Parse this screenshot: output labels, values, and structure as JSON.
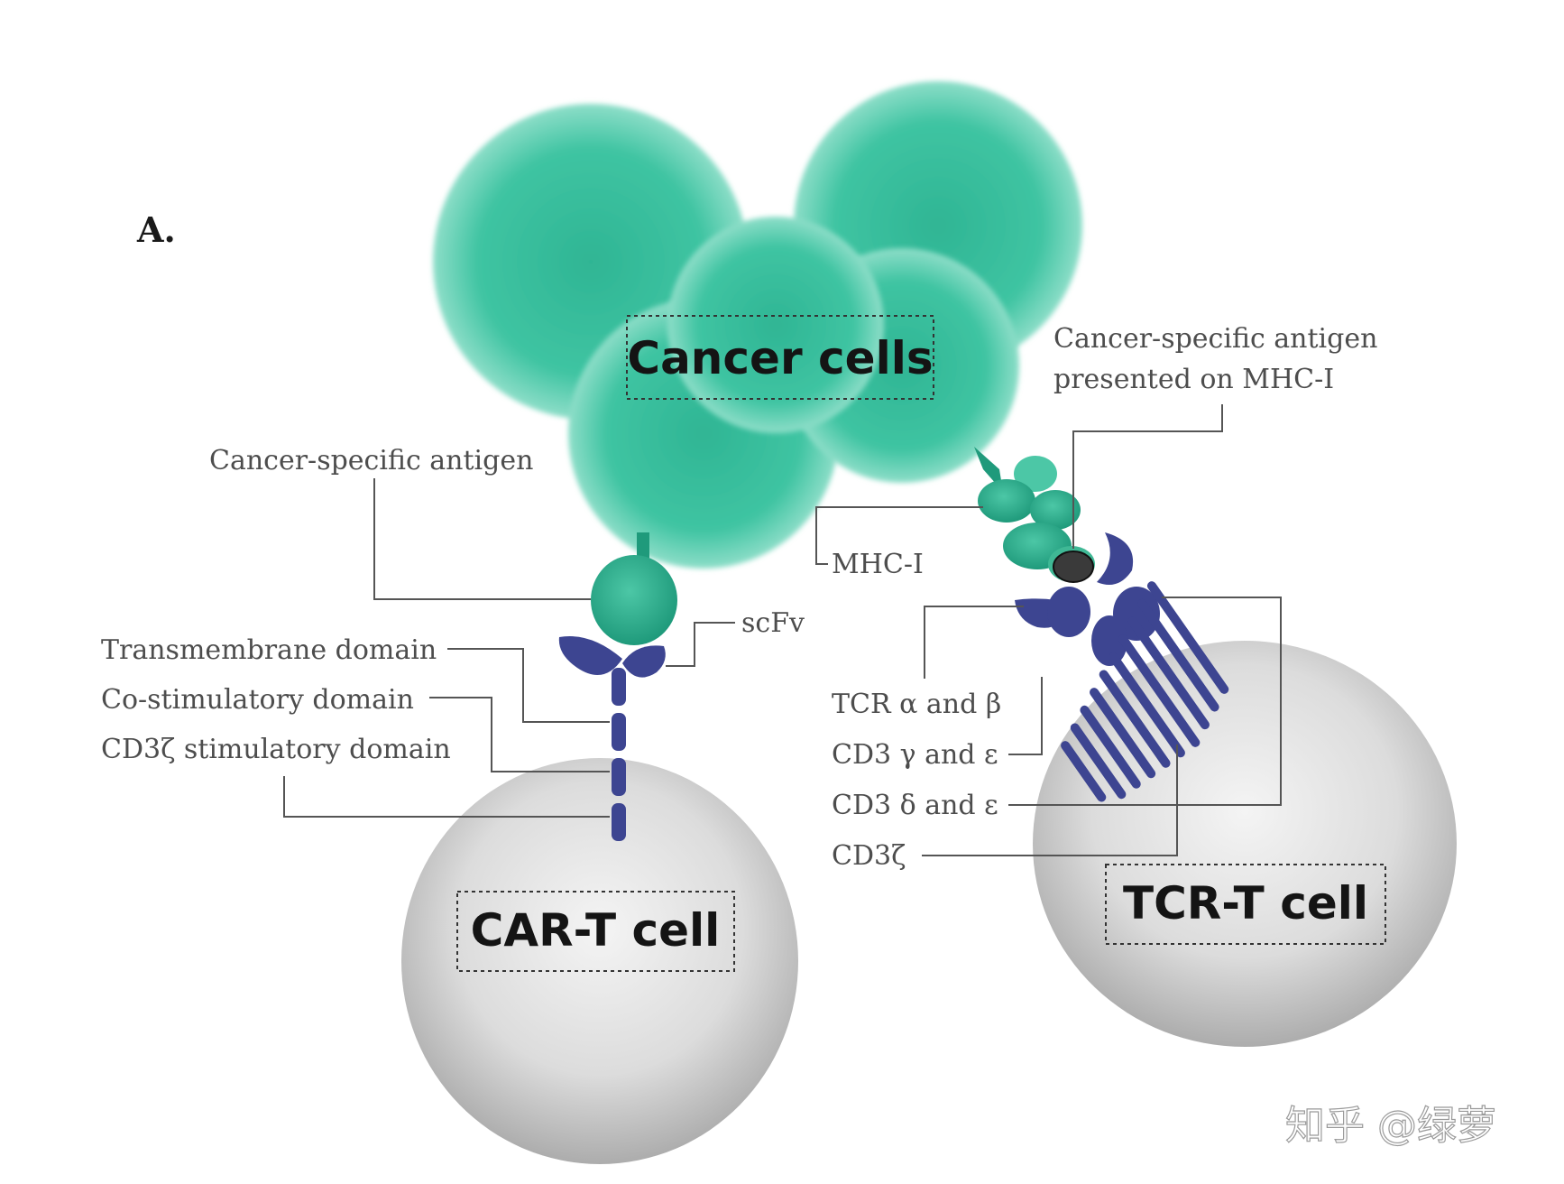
{
  "panel_label": "A.",
  "cancer_label": "Cancer cells",
  "car_t_label": "CAR-T cell",
  "tcr_t_label": "TCR-T cell",
  "car_side": {
    "antigen": "Cancer-specific antigen",
    "scfv": "scFv",
    "transmembrane": "Transmembrane domain",
    "costim": "Co-stimulatory domain",
    "cd3z": "CD3ζ stimulatory domain"
  },
  "tcr_side": {
    "antigen_line1": "Cancer-specific antigen",
    "antigen_line2": "presented on MHC-I",
    "mhc": "MHC-I",
    "tcr_ab": "TCR α and β",
    "cd3_ge": "CD3 γ and ε",
    "cd3_de": "CD3 δ and ε",
    "cd3z": "CD3ζ"
  },
  "watermark": "知乎 @绿萝",
  "colors": {
    "cancer_green": "#2fb594",
    "receptor_navy": "#3d4591",
    "cell_gray": "#d6d6d6",
    "antigen_dark": "#3a3a3a"
  }
}
